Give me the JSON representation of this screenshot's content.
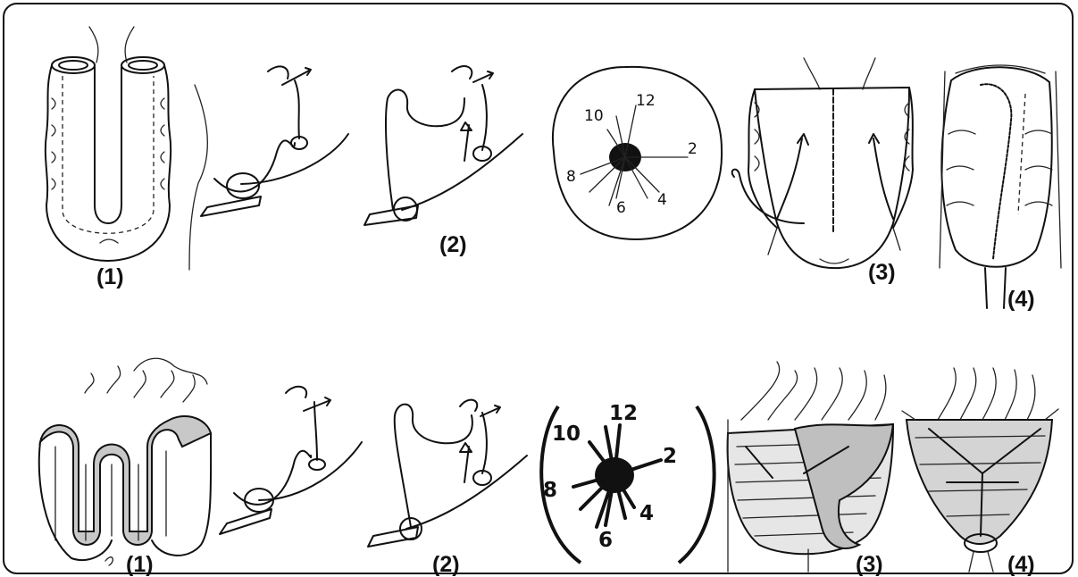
{
  "top_row": {
    "panel1_label": "(1)",
    "panel2_label": "(2)",
    "panel3_label": "(3)",
    "panel4_label": "(4)",
    "clock_numbers": [
      "12",
      "10",
      "2",
      "8",
      "4",
      "6"
    ]
  },
  "bottom_row": {
    "panel1_label": "(1)",
    "panel2_label": "(2)",
    "panel3_label": "(3)",
    "panel4_label": "(4)",
    "clock_numbers": [
      "12",
      "10",
      "2",
      "8",
      "4",
      "6"
    ]
  },
  "colors": {
    "ink": "#111111",
    "background": "#ffffff"
  }
}
